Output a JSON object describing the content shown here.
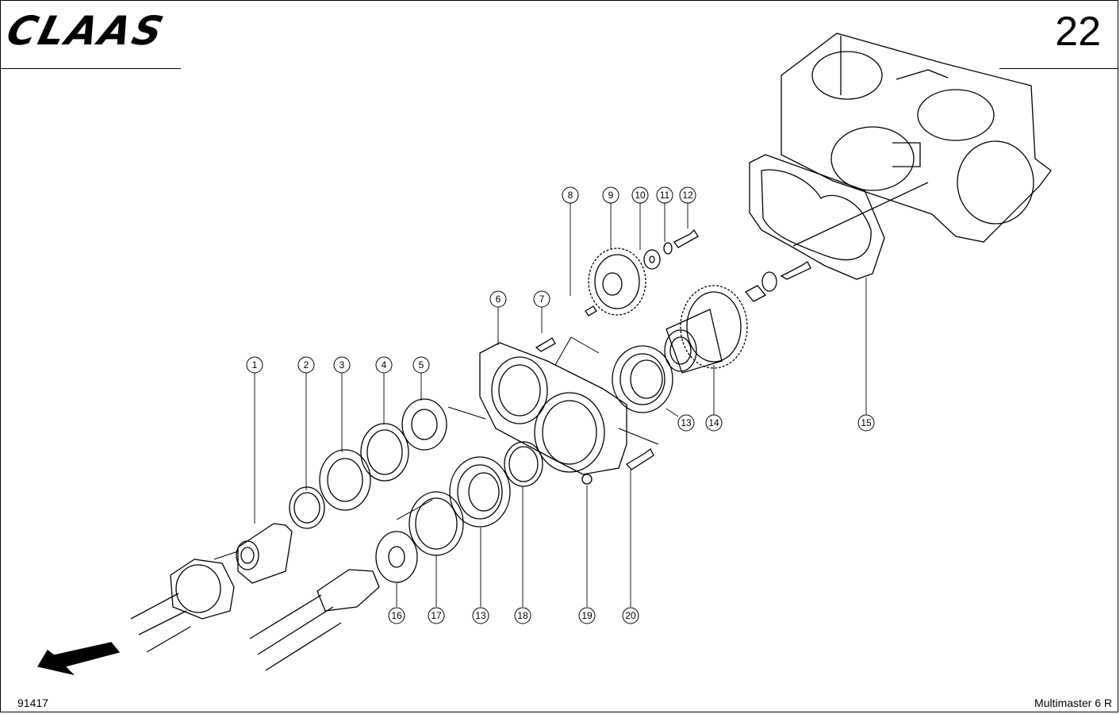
{
  "header": {
    "logo": "CLAAS",
    "page_number": "22"
  },
  "footer": {
    "drawing_number": "91417",
    "model": "Multimaster 6 R"
  },
  "callouts": [
    {
      "id": "1",
      "label": "1"
    },
    {
      "id": "2",
      "label": "2"
    },
    {
      "id": "3",
      "label": "3"
    },
    {
      "id": "4",
      "label": "4"
    },
    {
      "id": "5",
      "label": "5"
    },
    {
      "id": "6",
      "label": "6"
    },
    {
      "id": "7",
      "label": "7"
    },
    {
      "id": "8",
      "label": "8"
    },
    {
      "id": "9",
      "label": "9"
    },
    {
      "id": "10",
      "label": "10"
    },
    {
      "id": "11",
      "label": "11"
    },
    {
      "id": "12",
      "label": "12"
    },
    {
      "id": "13a",
      "label": "13"
    },
    {
      "id": "14",
      "label": "14"
    },
    {
      "id": "15",
      "label": "15"
    },
    {
      "id": "16",
      "label": "16"
    },
    {
      "id": "17",
      "label": "17"
    },
    {
      "id": "13b",
      "label": "13"
    },
    {
      "id": "18",
      "label": "18"
    },
    {
      "id": "19",
      "label": "19"
    },
    {
      "id": "20",
      "label": "20"
    }
  ]
}
